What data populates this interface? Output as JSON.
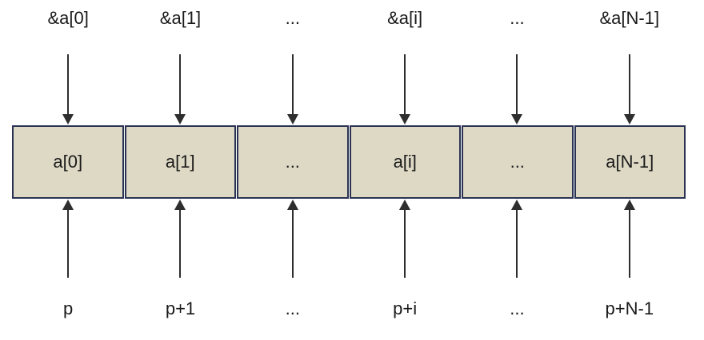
{
  "diagram": {
    "title": "array-pointer-equivalence-diagram",
    "columns": [
      {
        "address": "&a[0]",
        "cell": "a[0]",
        "pointer": "p"
      },
      {
        "address": "&a[1]",
        "cell": "a[1]",
        "pointer": "p+1"
      },
      {
        "address": "...",
        "cell": "...",
        "pointer": "..."
      },
      {
        "address": "&a[i]",
        "cell": "a[i]",
        "pointer": "p+i"
      },
      {
        "address": "...",
        "cell": "...",
        "pointer": "..."
      },
      {
        "address": "&a[N-1]",
        "cell": "a[N-1]",
        "pointer": "p+N-1"
      }
    ],
    "colors": {
      "background": "#ffffff",
      "cell_fill": "#ddd9c5",
      "cell_border": "#2a3354",
      "arrow": "#2e2e2e",
      "text": "#1a1a1a"
    }
  }
}
